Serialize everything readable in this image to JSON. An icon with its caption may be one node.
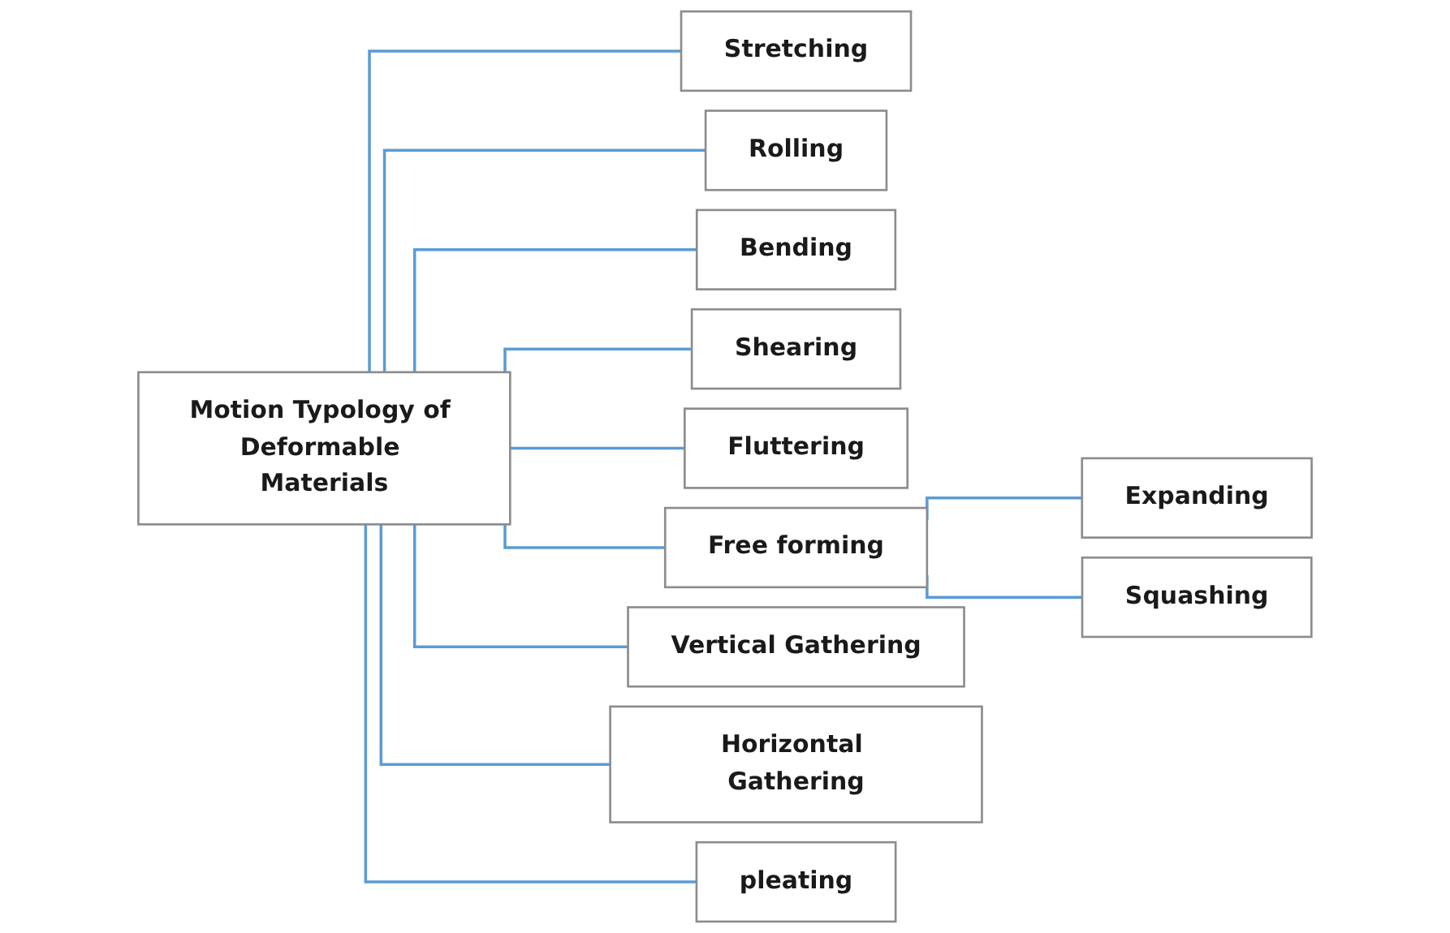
{
  "diagram": {
    "nodes": [
      {
        "text": [
          "Motion Typology of Deformable Materials"
        ]
      },
      {
        "text": [
          "Stretching"
        ]
      },
      {
        "text": [
          "Rolling"
        ]
      },
      {
        "text": [
          "Bending"
        ]
      },
      {
        "text": [
          "Shearing"
        ]
      },
      {
        "text": [
          "Fluttering"
        ]
      },
      {
        "text": [
          "Free forming"
        ]
      },
      {
        "text": [
          "Vertical Gathering"
        ]
      },
      {
        "text": [
          "Horizontal Gathering"
        ]
      },
      {
        "text": [
          "pleating"
        ]
      },
      {
        "text": [
          "Expanding"
        ]
      },
      {
        "text": [
          "Squashing"
        ]
      }
    ],
    "edges": [
      {
        "from": 0,
        "to": 1,
        "arrow": "none"
      },
      {
        "from": 0,
        "to": 2,
        "arrow": "none"
      },
      {
        "from": 0,
        "to": 3,
        "arrow": "none"
      },
      {
        "from": 0,
        "to": 4,
        "arrow": "none"
      },
      {
        "from": 0,
        "to": 5,
        "arrow": "none"
      },
      {
        "from": 0,
        "to": 6,
        "arrow": "none"
      },
      {
        "from": 0,
        "to": 7,
        "arrow": "none"
      },
      {
        "from": 0,
        "to": 8,
        "arrow": "none"
      },
      {
        "from": 0,
        "to": 9,
        "arrow": "none"
      },
      {
        "from": 6,
        "to": 10,
        "arrow": "none"
      },
      {
        "from": 6,
        "to": 11,
        "arrow": "none"
      }
    ]
  }
}
